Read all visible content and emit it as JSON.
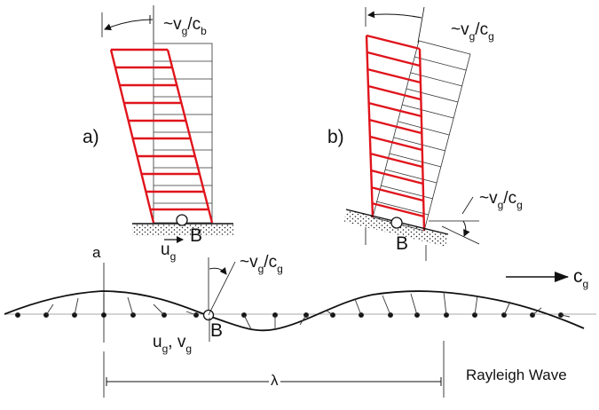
{
  "panel_a": {
    "label": "a)",
    "rotation_symbol": "~v",
    "rotation_sub1": "g",
    "rotation_slash": "/c",
    "rotation_sub2": "b",
    "base_point": "B",
    "disp_symbol": "u",
    "disp_sub": "g"
  },
  "panel_b": {
    "label": "b)",
    "rotation_symbol": "~v",
    "rotation_sub1": "g",
    "rotation_slash": "/c",
    "rotation_sub2": "g",
    "tilt_symbol": "~v",
    "tilt_sub1": "g",
    "tilt_slash": "/c",
    "tilt_sub2": "g",
    "base_point": "B"
  },
  "wave": {
    "amplitude_label": "a",
    "slope_symbol": "~v",
    "slope_sub1": "g",
    "slope_slash": "/c",
    "slope_sub2": "g",
    "point_label": "B",
    "motion_u": "u",
    "motion_u_sub": "g",
    "motion_sep": ", ",
    "motion_v": "v",
    "motion_v_sub": "g",
    "wavelength_label": "λ",
    "speed_symbol": "c",
    "speed_sub": "g",
    "caption": "Rayleigh Wave"
  },
  "colors": {
    "frame": "#e0141c",
    "ink": "#111111",
    "outline": "#333333"
  }
}
